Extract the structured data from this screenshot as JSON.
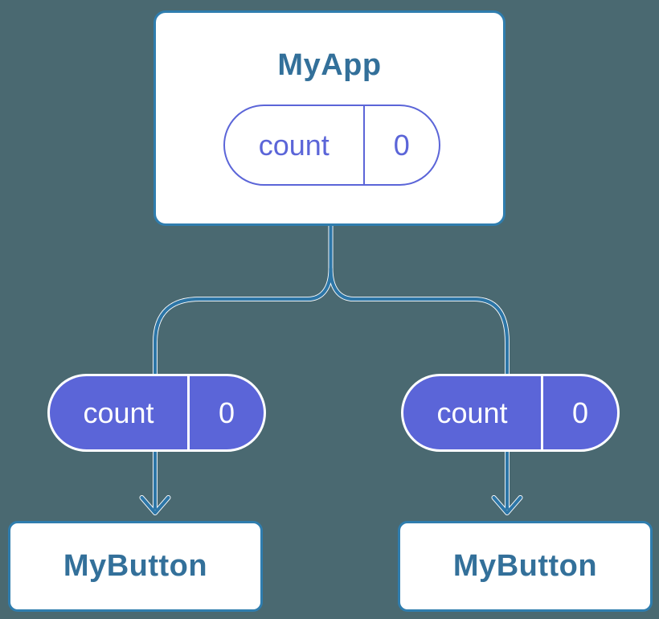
{
  "colors": {
    "background": "#4a6971",
    "card_fill": "#ffffff",
    "card_border_blue": "#2f7dae",
    "connector_blue": "#2d76a7",
    "title_text_blue": "#33709a",
    "pill_purple": "#5b65d8",
    "pill_text_on_purple": "#ffffff"
  },
  "diagram": {
    "root": {
      "title": "MyApp",
      "state": {
        "name": "count",
        "value": "0"
      }
    },
    "children": [
      {
        "title": "MyButton",
        "prop": {
          "name": "count",
          "value": "0"
        }
      },
      {
        "title": "MyButton",
        "prop": {
          "name": "count",
          "value": "0"
        }
      }
    ]
  }
}
